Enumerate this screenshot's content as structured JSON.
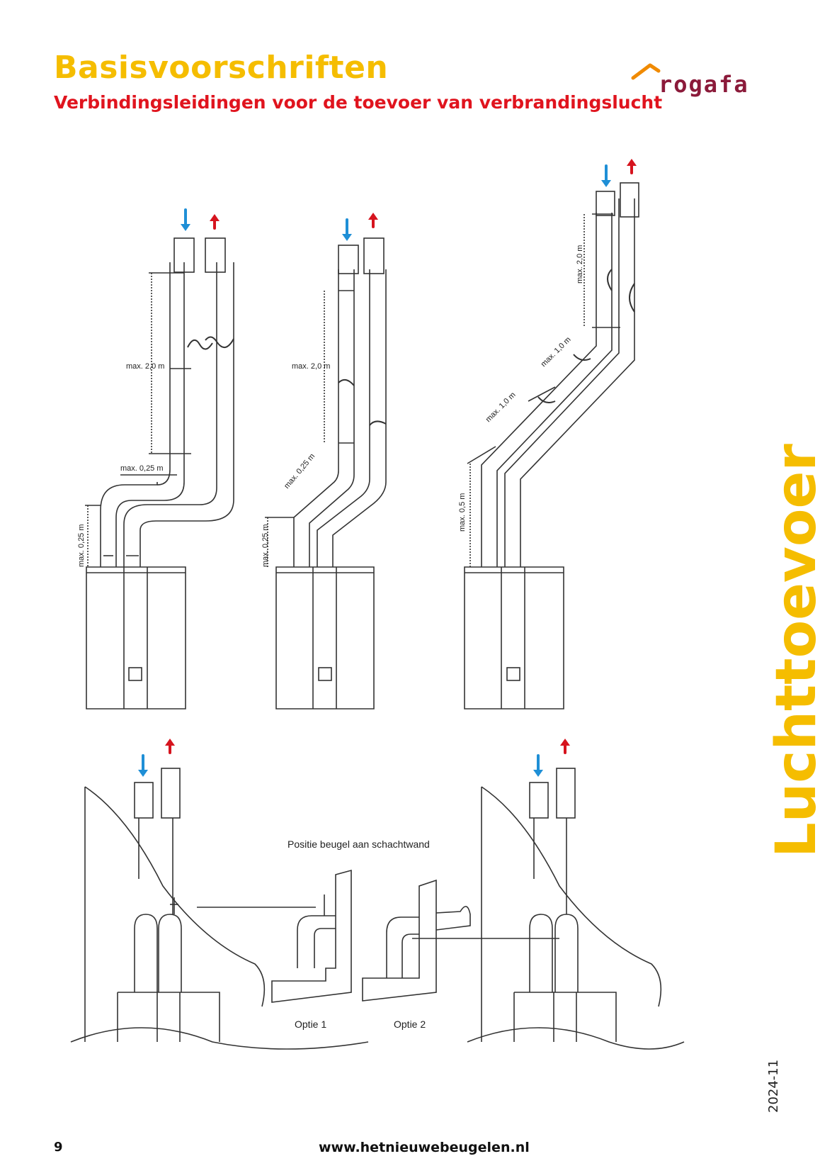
{
  "header": {
    "title": "Basisvoorschriften",
    "subtitle": "Verbindingsleidingen voor de toevoer van verbrandingslucht"
  },
  "logo": {
    "text": "rogafa",
    "color": "#8b1a3a",
    "roof_color": "#f08a00"
  },
  "side_title": "Luchttoevoer",
  "date": "2024-11",
  "footer": {
    "page_number": "9",
    "url": "www.hetnieuwebeugelen.nl"
  },
  "colors": {
    "accent_yellow": "#f5bd00",
    "accent_red": "#e0141e",
    "arrow_blue": "#1f8fd6",
    "arrow_red": "#d6141e"
  },
  "diagram_labels": {
    "max_2_0_m": "max. 2,0 m",
    "max_0_25_m": "max. 0,25 m",
    "max_0_5_m": "max. 0,5 m",
    "max_1_0_m": "max. 1,0 m",
    "max_2_0_m_rot": "max. 2,0 m",
    "positie": "Positie beugel aan schachtwand",
    "optie1": "Optie 1",
    "optie2": "Optie 2"
  }
}
